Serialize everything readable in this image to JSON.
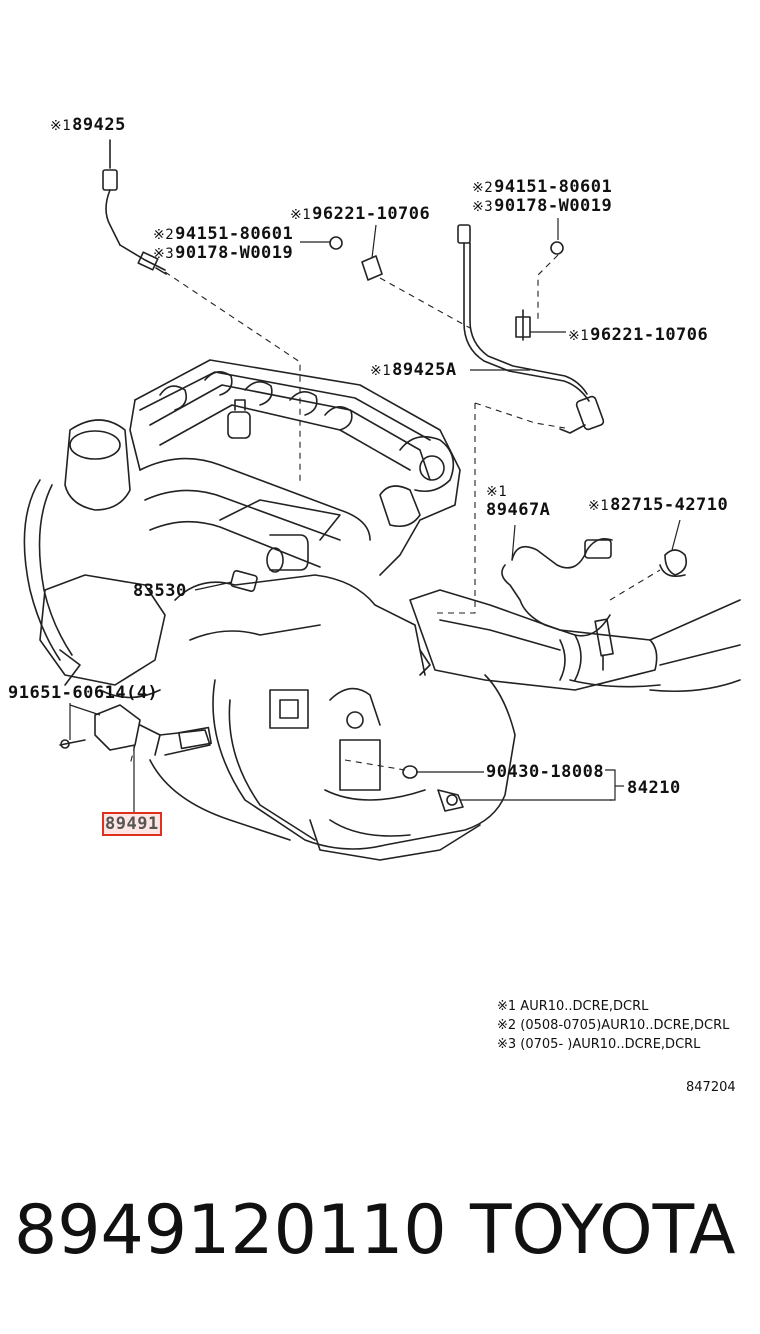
{
  "labels": [
    {
      "id": "l1",
      "mark": "※1",
      "part": "89425"
    },
    {
      "id": "l2",
      "mark": "※2",
      "part": "94151-80601"
    },
    {
      "id": "l3",
      "mark": "※3",
      "part": "90178-W0019"
    },
    {
      "id": "l4",
      "mark": "※1",
      "part": "96221-10706"
    },
    {
      "id": "l5",
      "mark": "※2",
      "part": "94151-80601"
    },
    {
      "id": "l6",
      "mark": "※3",
      "part": "90178-W0019"
    },
    {
      "id": "l7",
      "mark": "※1",
      "part": "96221-10706"
    },
    {
      "id": "l8",
      "mark": "※1",
      "part": "89425A"
    },
    {
      "id": "l9",
      "mark": "※1",
      "part": "89467A"
    },
    {
      "id": "l10",
      "mark": "※1",
      "part": "82715-42710"
    },
    {
      "id": "l11",
      "mark": "",
      "part": "83530"
    },
    {
      "id": "l12",
      "mark": "",
      "part": "91651-60614(4)"
    },
    {
      "id": "l13",
      "mark": "",
      "part": "90430-18008"
    },
    {
      "id": "l14",
      "mark": "",
      "part": "84210"
    },
    {
      "id": "l15",
      "mark": "",
      "part": "89491"
    }
  ],
  "highlighted_part": "89491",
  "notes": [
    "※1  AUR10..DCRE,DCRL",
    "※2  (0508-0705)AUR10..DCRE,DCRL",
    "※3  (0705-      )AUR10..DCRE,DCRL"
  ],
  "diagram_code": "847204",
  "footer": {
    "part_number": "8949120110",
    "brand": "TOYOTA"
  },
  "colors": {
    "line": "#222222",
    "highlight": "#e0301e"
  }
}
